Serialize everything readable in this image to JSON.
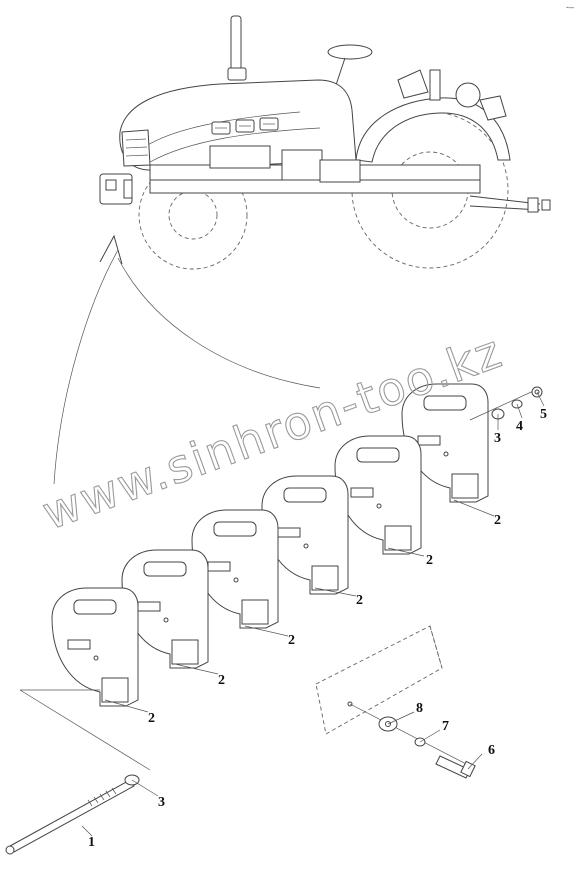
{
  "corner_mark": "-–",
  "watermark": "www.sinhron-too.kz",
  "callouts": {
    "bolt": "1",
    "weights": [
      "2",
      "2",
      "2",
      "2",
      "2",
      "2"
    ],
    "washer_left": "3",
    "washer_right": "3",
    "washer_small": "4",
    "nut": "5",
    "bolt_short": "6",
    "lock_washer": "7",
    "flat_washer": "8"
  },
  "colors": {
    "line": "#444444",
    "background": "#ffffff",
    "watermark": "#9a9a9a"
  }
}
